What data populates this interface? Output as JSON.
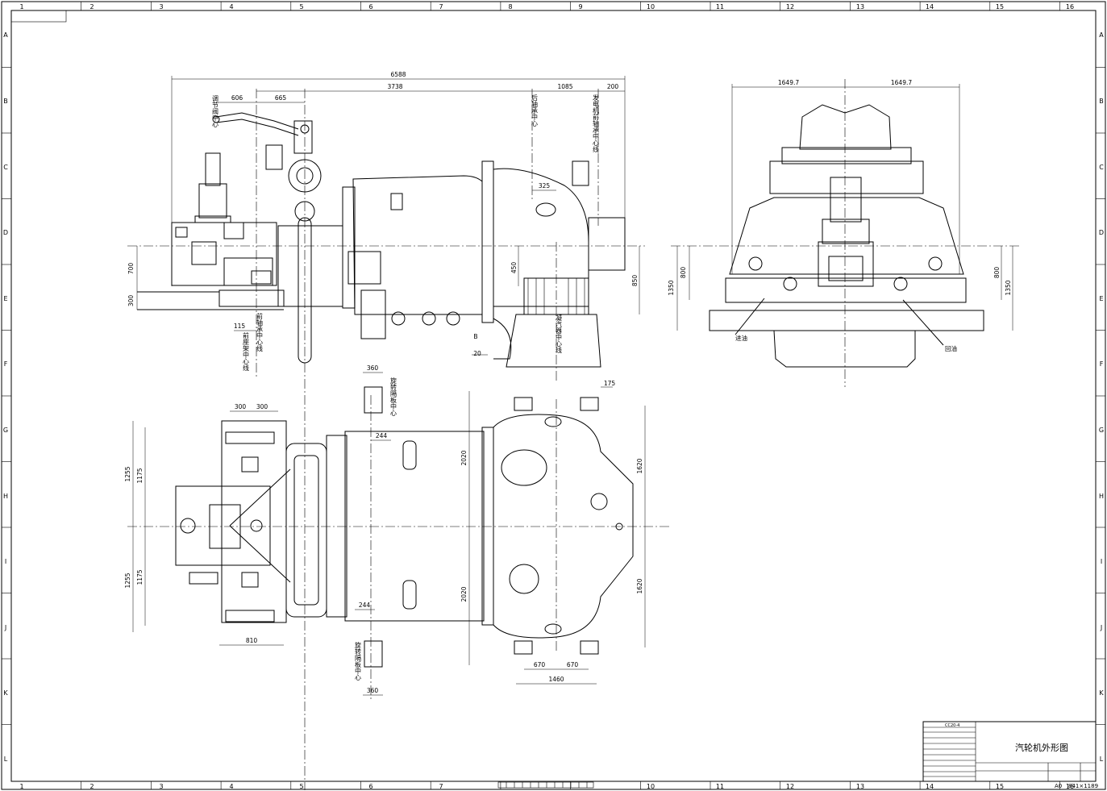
{
  "border": {
    "top_columns": [
      "1",
      "2",
      "3",
      "4",
      "5",
      "6",
      "7",
      "8",
      "9",
      "10",
      "11",
      "12",
      "13",
      "14",
      "15",
      "16"
    ],
    "bottom_columns": [
      "1",
      "2",
      "3",
      "4",
      "5",
      "6",
      "7",
      "",
      "",
      "10",
      "11",
      "12",
      "13",
      "14",
      "15",
      "16"
    ],
    "rows": [
      "A",
      "B",
      "C",
      "D",
      "E",
      "F",
      "G",
      "H",
      "I",
      "J",
      "K",
      "L"
    ]
  },
  "title_block": {
    "drawing_title": "汽轮机外形图",
    "code_box": "CC20-4",
    "sheet_size": "A0",
    "sheet_dimensions": "841×1189"
  },
  "side_view": {
    "dims": {
      "overall": "6588",
      "to_rear_bearing": "3738",
      "rear_to_gen": "1085",
      "gen_offset": "200",
      "valve_606": "606",
      "valve_665": "665",
      "d325": "325",
      "d450": "450",
      "d850": "850",
      "d700": "700",
      "d300": "300",
      "d115": "115",
      "d20": "20",
      "b_label": "B"
    },
    "labels": {
      "rear_bearing_center": "后轴承中心",
      "gen_front_bearing_center": "发电机前轴承中心线",
      "front_bearing_center": "前轴承中心线",
      "front_frame_center": "前座架中心线",
      "condenser_center": "凝汽器中心线",
      "valve_label": "调节阀中心"
    }
  },
  "end_view": {
    "dims": {
      "left_half": "1649.7",
      "right_half": "1649.7",
      "h800_l": "800",
      "h1350_l": "1350",
      "h800_r": "800",
      "h1350_r": "1350"
    },
    "labels": {
      "oil_in": "进油",
      "oil_out": "回油"
    }
  },
  "plan_view": {
    "dims": {
      "top360": "360",
      "top244": "244",
      "bot244": "244",
      "bot360": "360",
      "w300a": "300",
      "w300b": "300",
      "w810": "810",
      "h1255a": "1255",
      "h1175a": "1175",
      "h1255b": "1255",
      "h1175b": "1175",
      "h2020a": "2020",
      "h2020b": "2020",
      "h1620a": "1620",
      "h1620b": "1620",
      "d175": "175",
      "w670a": "670",
      "w670b": "670",
      "w1460": "1460"
    },
    "labels": {
      "valve_center_top": "旋转隔板中心",
      "valve_center_bot": "旋转隔板中心"
    }
  }
}
